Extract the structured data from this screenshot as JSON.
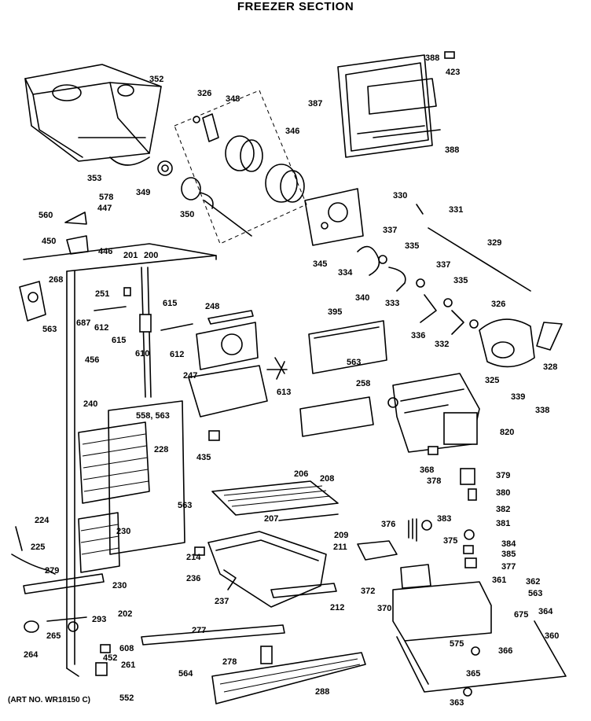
{
  "title": "FREEZER SECTION",
  "art_number": "(ART NO. WR18150 C)",
  "part_labels": {
    "p352": "352",
    "p326a": "326",
    "p348": "348",
    "p346": "346",
    "p387": "387",
    "p388a": "388",
    "p423": "423",
    "p388b": "388",
    "p353": "353",
    "p349": "349",
    "p350": "350",
    "p578": "578",
    "p447": "447",
    "p560": "560",
    "p450": "450",
    "p446": "446",
    "p330": "330",
    "p331": "331",
    "p337a": "337",
    "p345": "345",
    "p334": "334",
    "p335a": "335",
    "p329": "329",
    "p340": "340",
    "p333": "333",
    "p337b": "337",
    "p335b": "335",
    "p336": "336",
    "p332": "332",
    "p326b": "326",
    "p328": "328",
    "p325": "325",
    "p339": "339",
    "p338": "338",
    "p201": "201",
    "p200": "200",
    "p268": "268",
    "p251": "251",
    "p687": "687",
    "p612a": "612",
    "p615a": "615",
    "p615b": "615",
    "p610": "610",
    "p248": "248",
    "p612b": "612",
    "p395": "395",
    "p563a": "563",
    "p563b": "563",
    "p456": "456",
    "p247": "247",
    "p613": "613",
    "p258": "258",
    "p240": "240",
    "p558_563": "558, 563",
    "p228": "228",
    "p820": "820",
    "p435": "435",
    "p368": "368",
    "p206": "206",
    "p208": "208",
    "p378": "378",
    "p379": "379",
    "p380": "380",
    "p563c": "563",
    "p382": "382",
    "p224": "224",
    "p207": "207",
    "p376": "376",
    "p383": "383",
    "p381": "381",
    "p230a": "230",
    "p209": "209",
    "p375": "375",
    "p225": "225",
    "p211": "211",
    "p384": "384",
    "p385": "385",
    "p214": "214",
    "p372": "372",
    "p377": "377",
    "p279": "279",
    "p236": "236",
    "p361": "361",
    "p362": "362",
    "p230b": "230",
    "p563d": "563",
    "p237": "237",
    "p370": "370",
    "p212": "212",
    "p202": "202",
    "p675": "675",
    "p364": "364",
    "p293": "293",
    "p265": "265",
    "p264": "264",
    "p277": "277",
    "p360": "360",
    "p608": "608",
    "p575": "575",
    "p366": "366",
    "p452": "452",
    "p278": "278",
    "p261": "261",
    "p564": "564",
    "p365": "365",
    "p552": "552",
    "p288": "288",
    "p363": "363"
  }
}
